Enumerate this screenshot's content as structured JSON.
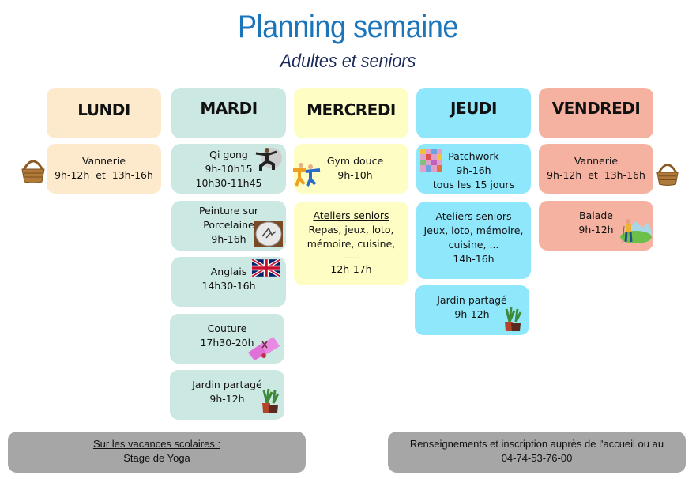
{
  "header": {
    "title": "Planning semaine",
    "subtitle": "Adultes et seniors"
  },
  "colors": {
    "title": "#1b75bb",
    "subtitle": "#1a2a5a",
    "lundi": "#fde9cc",
    "mardi": "#cce8e2",
    "mercredi": "#fdfdc4",
    "jeudi": "#8fe7fc",
    "vendredi": "#f5b2a1",
    "footer": "#a6a6a6"
  },
  "days": {
    "lundi": {
      "label": "LUNDI",
      "activities": [
        {
          "name": "Vannerie",
          "lines": [
            "9h-12h  et  13h-16h"
          ],
          "icon": "basket-icon"
        }
      ]
    },
    "mardi": {
      "label": "MARDI",
      "activities": [
        {
          "name": "Qi gong",
          "lines": [
            "9h-10h15",
            "10h30-11h45"
          ],
          "icon": "qigong-icon"
        },
        {
          "name": "Peinture sur",
          "name2": "Porcelaine",
          "lines": [
            "9h-16h"
          ],
          "icon": "porcelain-plate-icon"
        },
        {
          "name": "Anglais",
          "lines": [
            "14h30-16h"
          ],
          "icon": "uk-flag-icon"
        },
        {
          "name": "Couture",
          "lines": [
            "17h30-20h"
          ],
          "icon": "sewing-icon"
        },
        {
          "name": "Jardin partagé",
          "lines": [
            "9h-12h"
          ],
          "icon": "plant-pot-icon"
        }
      ]
    },
    "mercredi": {
      "label": "MERCREDI",
      "activities": [
        {
          "name": "Gym douce",
          "lines": [
            "9h-10h"
          ],
          "icon": "gym-icon"
        },
        {
          "name": "Ateliers seniors",
          "lines": [
            "Repas, jeux, loto,",
            "mémoire, cuisine,",
            ".......",
            "12h-17h"
          ]
        }
      ]
    },
    "jeudi": {
      "label": "JEUDI",
      "activities": [
        {
          "name": "Patchwork",
          "lines": [
            "9h-16h",
            "tous les 15 jours"
          ],
          "icon": "patchwork-icon"
        },
        {
          "name": "Ateliers seniors",
          "lines": [
            "Jeux, loto, mémoire,",
            "cuisine, ...",
            "14h-16h"
          ]
        },
        {
          "name": "Jardin partagé",
          "lines": [
            "9h-12h"
          ],
          "icon": "plant-pot-icon"
        }
      ]
    },
    "vendredi": {
      "label": "VENDREDI",
      "activities": [
        {
          "name": "Vannerie",
          "lines": [
            "9h-12h  et  13h-16h"
          ],
          "icon": "basket-icon"
        },
        {
          "name": "Balade",
          "lines": [
            "9h-12h"
          ],
          "icon": "hiker-icon"
        }
      ]
    }
  },
  "footer": {
    "left": {
      "title": "Sur les vacances scolaires :",
      "text": "Stage de Yoga"
    },
    "right": {
      "text": "Renseignements et inscription auprès de l'accueil ou au",
      "phone": "04-74-53-76-00"
    }
  }
}
